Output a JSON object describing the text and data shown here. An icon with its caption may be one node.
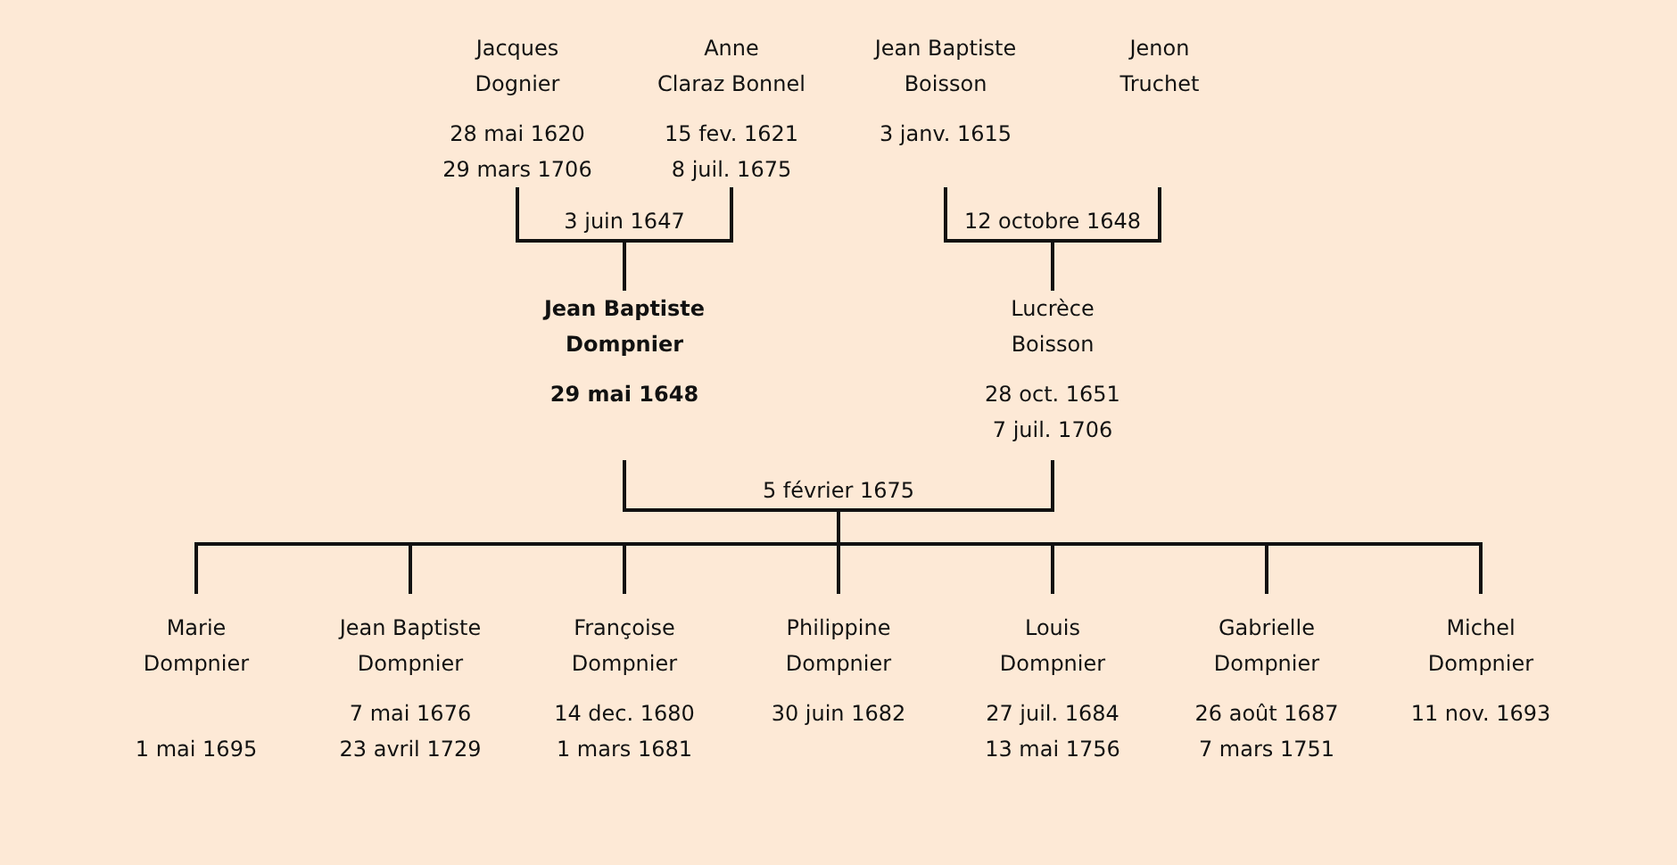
{
  "diagram": {
    "nodes": [
      {
        "text": [
          "Jacques Dognier",
          "28 mai 1620",
          "29 mars 1706"
        ]
      },
      {
        "text": [
          "Anne Claraz Bonnel",
          "15 fev. 1621",
          "8 juil. 1675"
        ]
      },
      {
        "text": [
          "Jean Baptiste Boisson",
          "3 janv. 1615"
        ]
      },
      {
        "text": [
          "Jenon Truchet"
        ]
      },
      {
        "text": [
          "Jean Baptiste Dompnier",
          "29 mai 1648"
        ]
      },
      {
        "text": [
          "Lucrèce Boisson",
          "28 oct. 1651",
          "7 juil. 1706"
        ]
      },
      {
        "text": [
          "Marie Dompnier",
          "1 mai 1695"
        ]
      },
      {
        "text": [
          "Jean Baptiste Dompnier",
          "7 mai 1676",
          "23 avril 1729"
        ]
      },
      {
        "text": [
          "Françoise Dompnier",
          "14 dec. 1680",
          "1 mars 1681"
        ]
      },
      {
        "text": [
          "Philippine Dompnier",
          "30 juin 1682"
        ]
      },
      {
        "text": [
          "Louis Dompnier",
          "27 juil. 1684",
          "13 mai 1756"
        ]
      },
      {
        "text": [
          "Gabrielle Dompnier",
          "26 août 1687",
          "7 mars 1751"
        ]
      },
      {
        "text": [
          "Michel Dompnier",
          "11 nov. 1693"
        ]
      }
    ],
    "edges": [
      {
        "from": 0,
        "to": 1,
        "arrow": "none",
        "label": "3 juin 1647"
      },
      {
        "from": 0,
        "to": 4,
        "arrow": "none"
      },
      {
        "from": 1,
        "to": 4,
        "arrow": "none"
      },
      {
        "from": 2,
        "to": 3,
        "arrow": "none",
        "label": "12 octobre 1648"
      },
      {
        "from": 2,
        "to": 5,
        "arrow": "none"
      },
      {
        "from": 3,
        "to": 5,
        "arrow": "none"
      },
      {
        "from": 4,
        "to": 5,
        "arrow": "none",
        "label": "5 février 1675"
      },
      {
        "from": 4,
        "to": 6,
        "arrow": "none"
      },
      {
        "from": 4,
        "to": 7,
        "arrow": "none"
      },
      {
        "from": 4,
        "to": 8,
        "arrow": "none"
      },
      {
        "from": 4,
        "to": 9,
        "arrow": "none"
      },
      {
        "from": 4,
        "to": 10,
        "arrow": "none"
      },
      {
        "from": 4,
        "to": 11,
        "arrow": "none"
      },
      {
        "from": 4,
        "to": 12,
        "arrow": "none"
      },
      {
        "from": 5,
        "to": 6,
        "arrow": "none"
      },
      {
        "from": 5,
        "to": 7,
        "arrow": "none"
      },
      {
        "from": 5,
        "to": 8,
        "arrow": "none"
      },
      {
        "from": 5,
        "to": 9,
        "arrow": "none"
      },
      {
        "from": 5,
        "to": 10,
        "arrow": "none"
      },
      {
        "from": 5,
        "to": 11,
        "arrow": "none"
      },
      {
        "from": 5,
        "to": 12,
        "arrow": "none"
      }
    ]
  }
}
